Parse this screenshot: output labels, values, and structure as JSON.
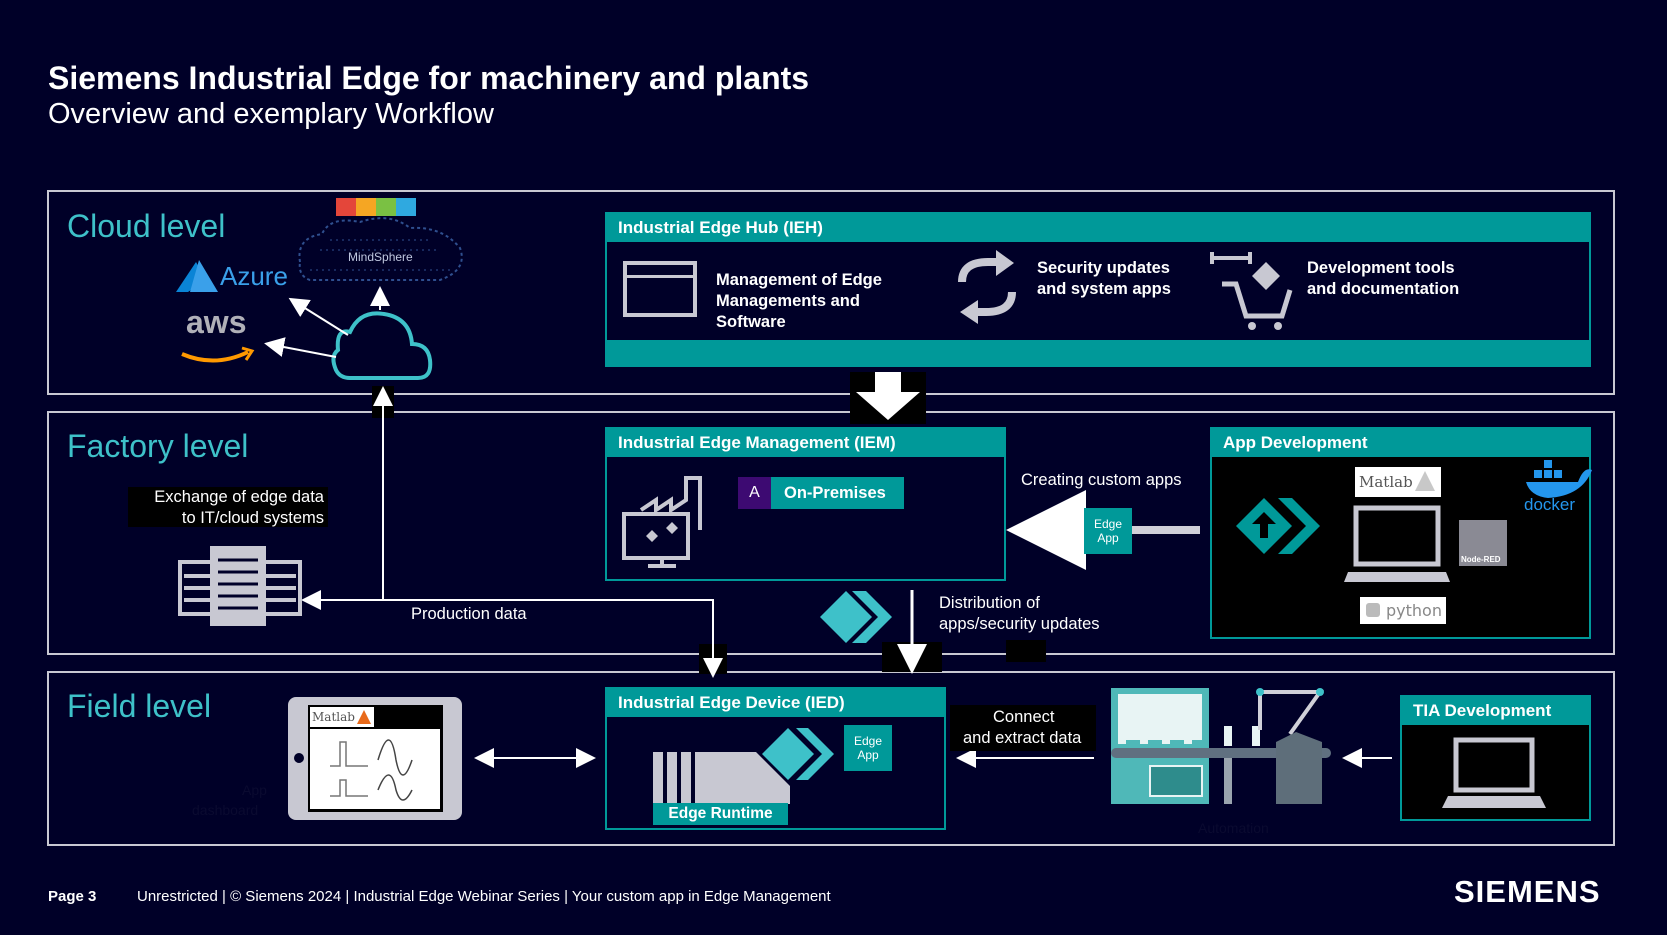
{
  "header": {
    "title": "Siemens Industrial Edge for machinery and plants",
    "subtitle": "Overview and exemplary Workflow"
  },
  "colors": {
    "background": "#000028",
    "accent": "#009999",
    "label": "#3ec1c9",
    "border": "#c8c8d2"
  },
  "levels": {
    "cloud": "Cloud level",
    "factory": "Factory level",
    "field": "Field level"
  },
  "cloud": {
    "azure": "Azure",
    "aws": "aws",
    "mindsphere": "MindSphere"
  },
  "ieh": {
    "title": "Industrial Edge Hub (IEH)",
    "item1": [
      "Management of Edge",
      "Managements and",
      "Software"
    ],
    "item2": [
      "Security updates",
      "and system apps"
    ],
    "item3": [
      "Development tools",
      "and documentation"
    ]
  },
  "iem": {
    "title": "Industrial Edge Management (IEM)",
    "on_prem_letter": "A",
    "on_prem": "On-Premises"
  },
  "app_dev": {
    "title": "App Development",
    "matlab": "Matlab",
    "docker": "docker",
    "nodered": "Node-RED",
    "python": "python"
  },
  "flows": {
    "creating": "Creating custom apps",
    "edge_app_1": "Edge",
    "edge_app_2": "App",
    "distribution": [
      "Distribution of",
      "apps/security updates"
    ],
    "exchange": [
      "Exchange of edge data",
      "to IT/cloud systems"
    ],
    "production": "Production data",
    "connect": [
      "Connect",
      "and extract data"
    ]
  },
  "ied": {
    "title": "Industrial Edge Device (IED)",
    "runtime": "Edge Runtime",
    "edge_app_1": "Edge",
    "edge_app_2": "App"
  },
  "field": {
    "matlab": "Matlab",
    "tablet_caption": [
      "App",
      "dashboard"
    ],
    "automation": "Automation"
  },
  "tia": {
    "title": "TIA Development"
  },
  "footer": {
    "page": "Page 3",
    "text": "Unrestricted | © Siemens 2024 | Industrial Edge Webinar Series | Your custom app in Edge Management",
    "brand": "SIEMENS"
  }
}
